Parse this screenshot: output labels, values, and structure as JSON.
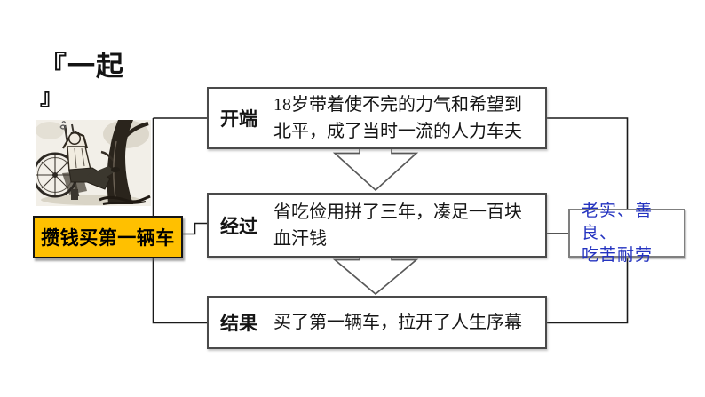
{
  "slide": {
    "title": {
      "line1": "『一起",
      "line2": "』"
    },
    "highlight": {
      "label": "攒钱买第一辆车"
    },
    "flow_steps": [
      {
        "label": "开端",
        "line1": "18岁带着使不完的力气和希望到",
        "line2": "北平，成了当时一流的人力车夫"
      },
      {
        "label": "经过",
        "line1": "省吃俭用拼了三年，凑足一百块",
        "line2": "血汗钱"
      },
      {
        "label": "结果",
        "line1": "买了第一辆车，拉开了人生序幕",
        "line2": ""
      }
    ],
    "side_note": {
      "line1": "老实、善良、",
      "line2": "吃苦耐劳"
    },
    "illustration": {
      "name": "ink-sketch-man-resting-on-rickshaw-beside-tree"
    },
    "colors": {
      "highlight_fill": "#FFC000",
      "box_border": "#4a4a4a",
      "note_border": "#7f7f7f",
      "note_text": "#2433c0",
      "connector": "#1a1a1a",
      "arrow_outline": "#595959"
    }
  }
}
